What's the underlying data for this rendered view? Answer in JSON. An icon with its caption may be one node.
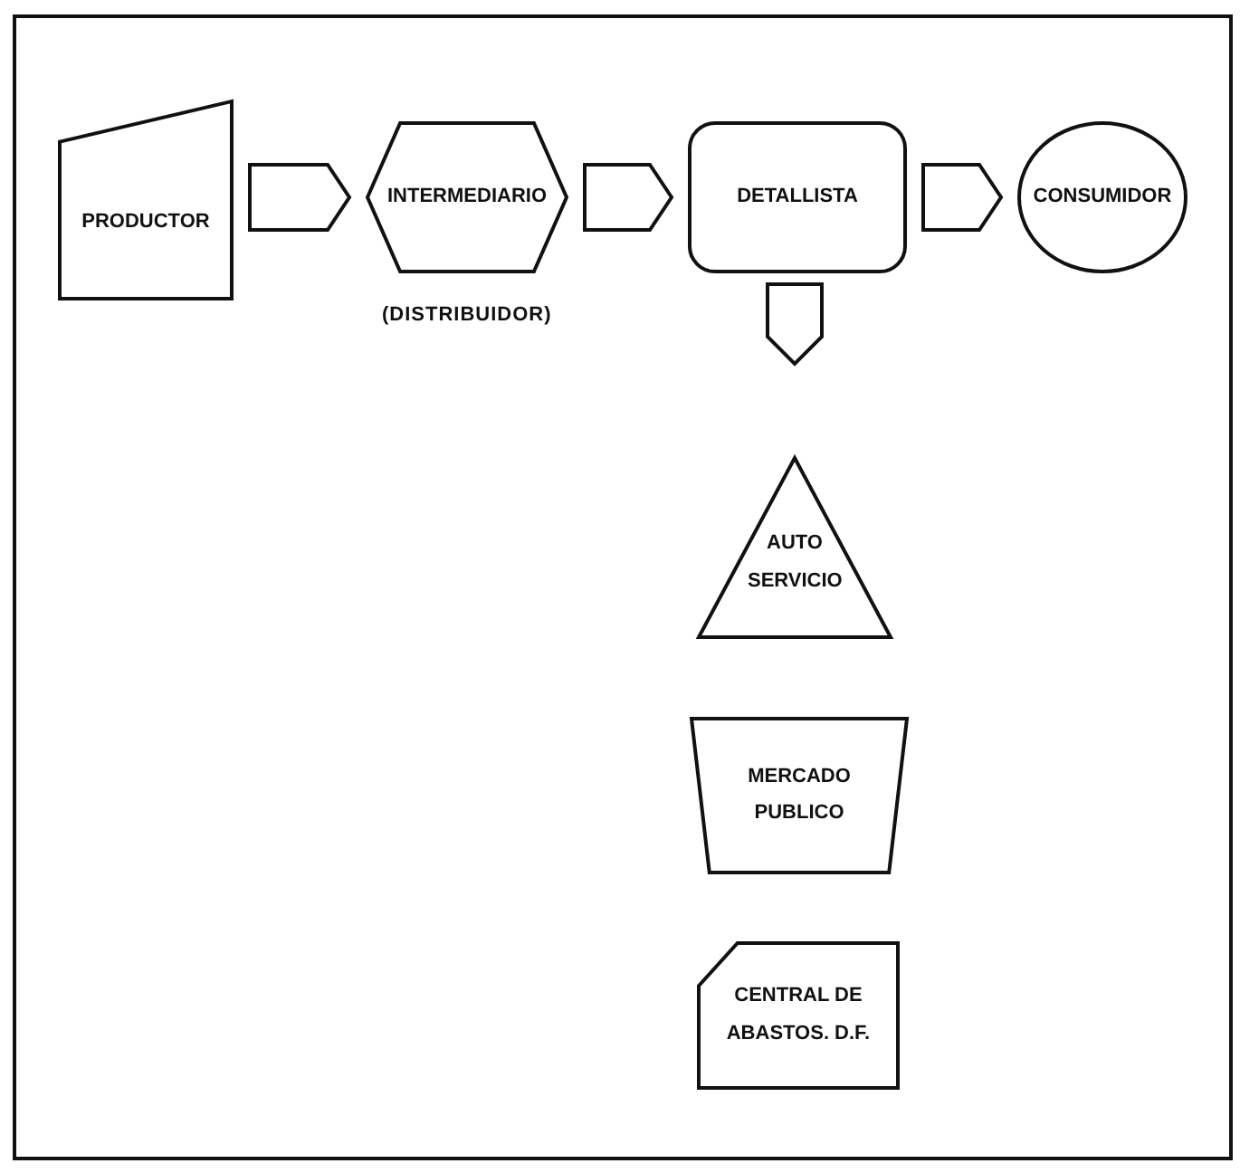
{
  "diagram": {
    "nodes": [
      {
        "text": [
          "PRODUCTOR"
        ]
      },
      {
        "text": [
          "INTERMEDIARIO"
        ],
        "beside": [
          "(DISTRIBUIDOR)"
        ]
      },
      {
        "text": [
          "DETALLISTA"
        ]
      },
      {
        "text": [
          "CONSUMIDOR"
        ]
      },
      {
        "text": [
          "AUTO SERVICIO"
        ]
      },
      {
        "text": [
          "MERCADO PUBLICO"
        ]
      },
      {
        "text": [
          "CENTRAL DE ABASTOS. D.F."
        ]
      }
    ],
    "edges": [
      {
        "from": 0,
        "to": 1,
        "arrow": "to"
      },
      {
        "from": 1,
        "to": 2,
        "arrow": "to"
      },
      {
        "from": 2,
        "to": 3,
        "arrow": "to"
      },
      {
        "from": 2,
        "to": 4,
        "arrow": "to"
      }
    ]
  }
}
